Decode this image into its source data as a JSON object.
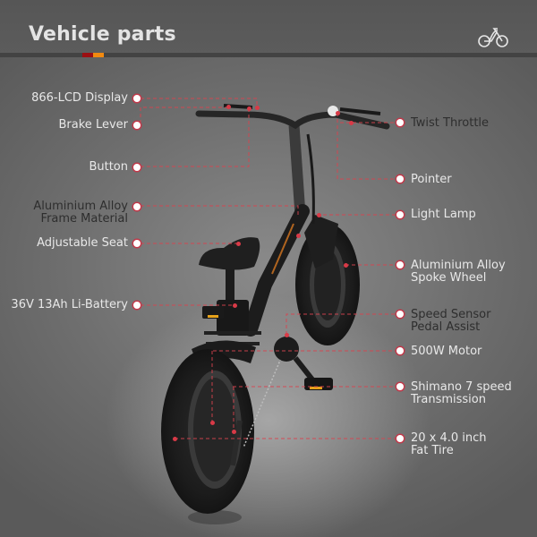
{
  "header": {
    "title": "Vehicle parts",
    "accent_colors": {
      "red": "#9b0f12",
      "orange": "#f28a10"
    },
    "logo_icon": "bicycle-logo-icon"
  },
  "colors": {
    "background": "#6e6e6e",
    "label_light": "#e8e8e8",
    "label_dark": "#2e2e2e",
    "leader_line": "#d9434f",
    "dot_fill": "#ffffff"
  },
  "left_labels": [
    {
      "id": "lcd-display",
      "lines": [
        "866-LCD Display"
      ],
      "tone": "light"
    },
    {
      "id": "brake-lever",
      "lines": [
        "Brake Lever"
      ],
      "tone": "light"
    },
    {
      "id": "button",
      "lines": [
        "Button"
      ],
      "tone": "light"
    },
    {
      "id": "frame-material",
      "lines": [
        "Aluminium Alloy",
        "Frame Material"
      ],
      "tone": "dark"
    },
    {
      "id": "adjustable-seat",
      "lines": [
        "Adjustable Seat"
      ],
      "tone": "light"
    },
    {
      "id": "battery",
      "lines": [
        "36V 13Ah Li-Battery"
      ],
      "tone": "light"
    }
  ],
  "right_labels": [
    {
      "id": "twist-throttle",
      "lines": [
        "Twist Throttle"
      ],
      "tone": "dark"
    },
    {
      "id": "pointer",
      "lines": [
        "Pointer"
      ],
      "tone": "light"
    },
    {
      "id": "light-lamp",
      "lines": [
        "Light Lamp"
      ],
      "tone": "light"
    },
    {
      "id": "spoke-wheel",
      "lines": [
        "Aluminium Alloy",
        "Spoke Wheel"
      ],
      "tone": "light"
    },
    {
      "id": "pedal-assist",
      "lines": [
        "Speed Sensor",
        "Pedal Assist"
      ],
      "tone": "dark"
    },
    {
      "id": "motor",
      "lines": [
        "500W Motor"
      ],
      "tone": "light"
    },
    {
      "id": "transmission",
      "lines": [
        "Shimano 7 speed",
        "Transmission"
      ],
      "tone": "light"
    },
    {
      "id": "fat-tire",
      "lines": [
        "20 x 4.0 inch",
        "Fat Tire"
      ],
      "tone": "light"
    }
  ]
}
